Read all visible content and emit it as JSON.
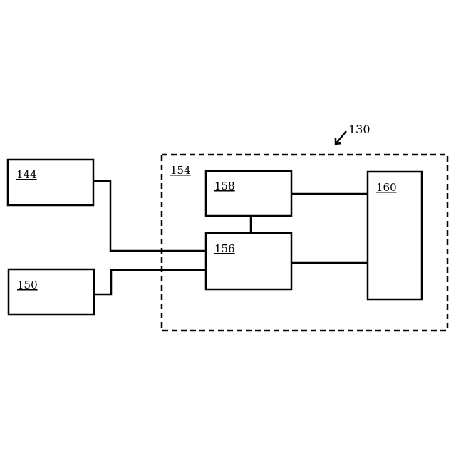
{
  "figure": {
    "reference_label": "130",
    "group": {
      "label": "154"
    },
    "blocks": {
      "b144": "144",
      "b150": "150",
      "b156": "156",
      "b158": "158",
      "b160": "160"
    }
  },
  "colors": {
    "line": "#000000",
    "background": "#ffffff"
  }
}
